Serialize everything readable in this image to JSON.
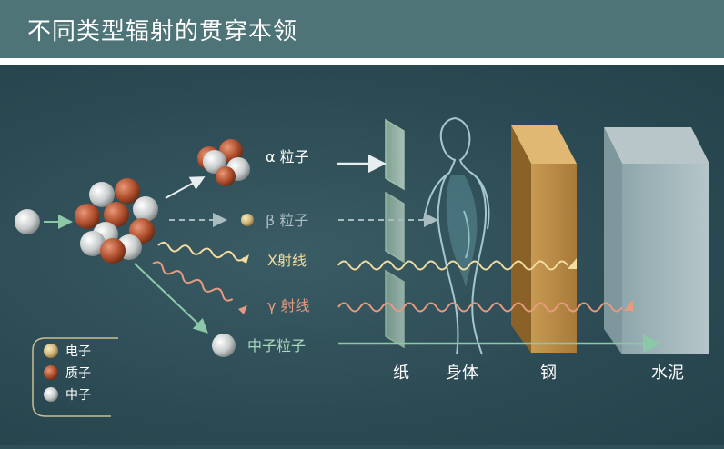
{
  "title": "不同类型辐射的贯穿本领",
  "radiation": {
    "alpha": "α 粒子",
    "beta": "β 粒子",
    "xray": "X射线",
    "gamma": "γ 射线",
    "neutron": "中子粒子"
  },
  "barriers": {
    "paper": "纸",
    "body": "身体",
    "steel": "钢",
    "concrete": "水泥"
  },
  "legend": {
    "electron": "电子",
    "proton": "质子",
    "neutron": "中子"
  },
  "colors": {
    "electron": "#d8c088",
    "proton": "#b85a3a",
    "neutron": "#d8dcdc",
    "alpha_label": "#ffffff",
    "beta_label": "#a9bcc0",
    "xray_label": "#f2dca0",
    "gamma_label": "#e89a80",
    "neutron_label": "#a8d8c0"
  }
}
